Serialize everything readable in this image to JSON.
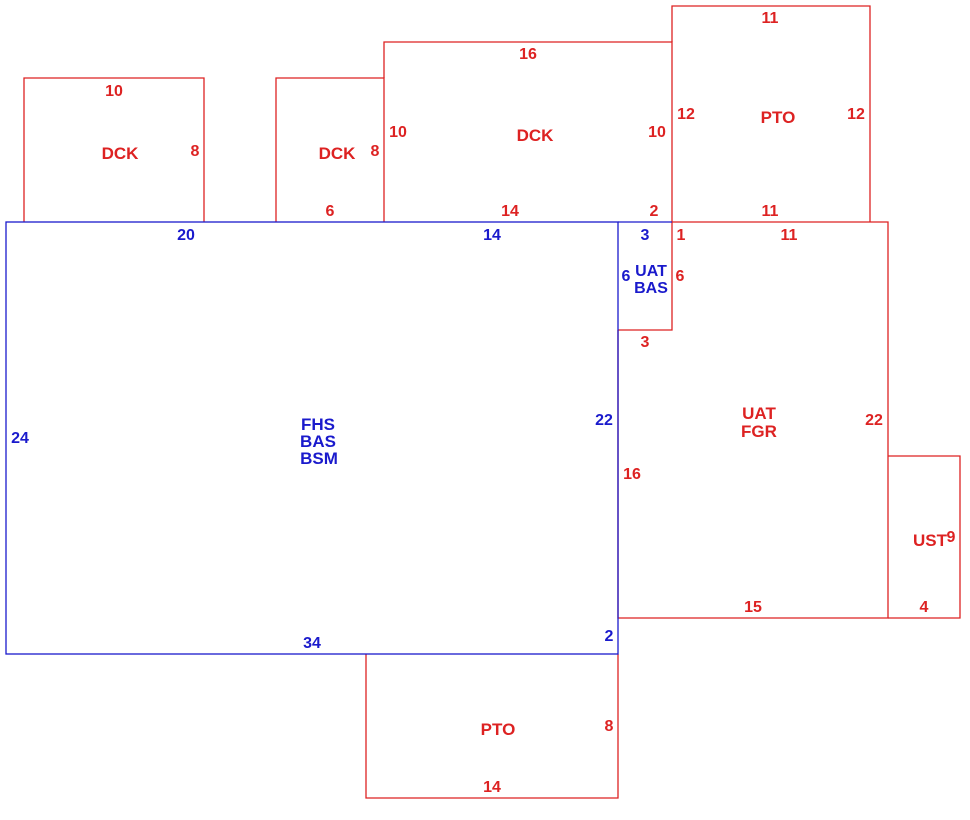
{
  "colors": {
    "red": "#dd2222",
    "blue": "#1a1acc"
  },
  "areas": [
    {
      "id": "dck-left",
      "color": "red",
      "label": [
        "DCK"
      ],
      "dims": [
        "10",
        "8"
      ]
    },
    {
      "id": "dck-mid",
      "color": "red",
      "label": [
        "DCK"
      ],
      "dims": [
        "8",
        "6"
      ]
    },
    {
      "id": "dck-big",
      "color": "red",
      "label": [
        "DCK"
      ],
      "dims": [
        "16",
        "10",
        "10",
        "14",
        "2"
      ]
    },
    {
      "id": "pto-top",
      "color": "red",
      "label": [
        "PTO"
      ],
      "dims": [
        "11",
        "12",
        "12",
        "11"
      ]
    },
    {
      "id": "main-house",
      "color": "blue",
      "label": [
        "FHS",
        "BAS",
        "BSM"
      ],
      "dims": [
        "20",
        "14",
        "24",
        "22",
        "34",
        "2"
      ]
    },
    {
      "id": "uat-bas",
      "color": "blue",
      "label": [
        "UAT",
        "BAS"
      ],
      "dims": [
        "3",
        "6"
      ]
    },
    {
      "id": "uat-bas-red-edges",
      "color": "red",
      "label": [],
      "dims": [
        "1",
        "6",
        "3"
      ]
    },
    {
      "id": "uat-fgr",
      "color": "red",
      "label": [
        "UAT",
        "FGR"
      ],
      "dims": [
        "11",
        "22",
        "16",
        "15"
      ]
    },
    {
      "id": "ust",
      "color": "red",
      "label": [
        "UST"
      ],
      "dims": [
        "9",
        "4"
      ]
    },
    {
      "id": "pto-bottom",
      "color": "red",
      "label": [
        "PTO"
      ],
      "dims": [
        "8",
        "14"
      ]
    }
  ]
}
